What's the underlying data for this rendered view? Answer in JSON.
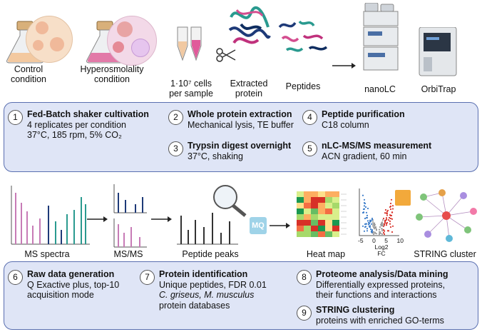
{
  "top_labels": {
    "control": [
      "Control",
      "condition"
    ],
    "hyperosmolality": [
      "Hyperosmolality",
      "condition"
    ],
    "cells": [
      "1·10⁷ cells",
      "per sample"
    ],
    "extracted": [
      "Extracted",
      "protein"
    ],
    "peptides": "Peptides",
    "nanolc": "nanoLC",
    "orbitrap": "OrbiTrap"
  },
  "panel1": [
    {
      "n": "1",
      "title": "Fed-Batch shaker cultivation",
      "lines": [
        "4 replicates per condition",
        "37°C, 185 rpm, 5% CO₂"
      ]
    },
    {
      "n": "2",
      "title": "Whole protein extraction",
      "lines": [
        "Mechanical lysis, TE buffer"
      ]
    },
    {
      "n": "3",
      "title": "Trypsin digest overnight",
      "lines": [
        "37°C, shaking"
      ]
    },
    {
      "n": "4",
      "title": "Peptide purification",
      "lines": [
        "C18 column"
      ]
    },
    {
      "n": "5",
      "title": "nLC-MS/MS measurement",
      "lines": [
        "ACN gradient, 60 min"
      ]
    }
  ],
  "mid_labels": {
    "ms_spectra": "MS spectra",
    "msms": "MS/MS",
    "peptide_peaks": "Peptide peaks",
    "heat_map": "Heat map",
    "string_cluster": "STRING cluster",
    "mq": "MQ",
    "volcano_x": [
      "Log2",
      "FC"
    ],
    "volcano_ticks": [
      "-5",
      "0",
      "5",
      "10"
    ]
  },
  "panel2": [
    {
      "n": "6",
      "title": "Raw data generation",
      "lines": [
        "Q Exactive plus, top-10",
        "acquisition mode"
      ]
    },
    {
      "n": "7",
      "title": "Protein identification",
      "lines": [
        "Unique peptides, FDR 0.01"
      ],
      "italic": "C. griseus, M. musculus",
      "after": "protein databases"
    },
    {
      "n": "8",
      "title": "Proteome analysis/Data mining",
      "lines": [
        "Differentially expressed proteins,",
        "their functions and interactions"
      ]
    },
    {
      "n": "9",
      "title": "STRING clustering",
      "lines": [
        "proteins with enriched GO-terms"
      ]
    }
  ],
  "colors": {
    "panel_bg": "#dfe5f6",
    "panel_border": "#5a6fb0",
    "pink": "#d44d8f",
    "teal": "#2a9a8f",
    "navy": "#1e3a78"
  }
}
